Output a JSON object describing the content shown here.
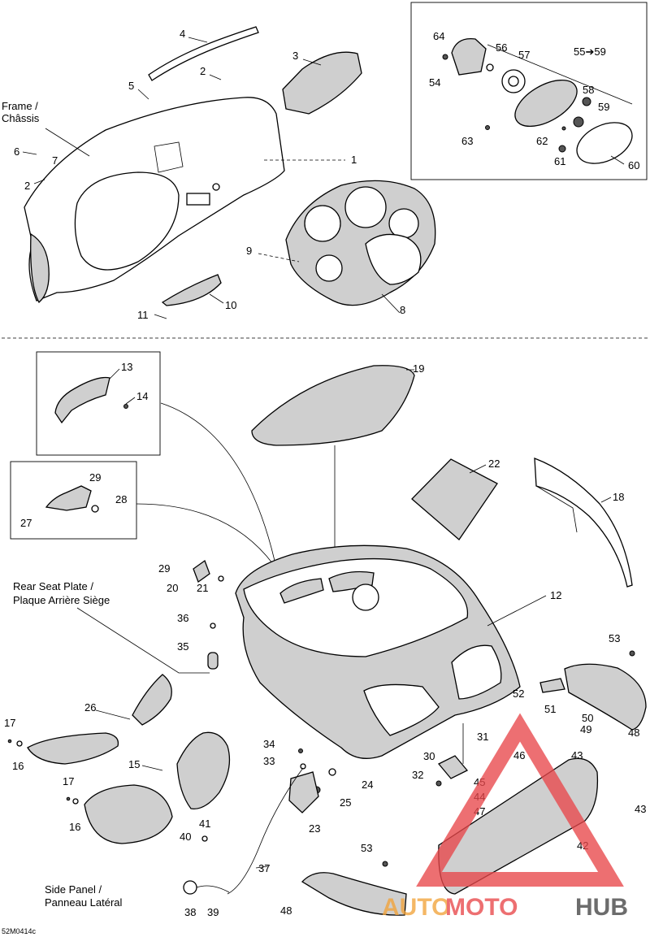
{
  "labels": {
    "frame": "Frame /",
    "chassis": "Châssis",
    "rear_seat_plate": "Rear Seat Plate /",
    "plaque_arriere": "Plaque Arrière Siège",
    "side_panel": "Side Panel /",
    "panneau_lateral": "Panneau Latéral",
    "drawing_code": "52M0414c",
    "kit_range": "55➔59"
  },
  "part_numbers": {
    "p1": "1",
    "p2a": "2",
    "p2b": "2",
    "p3": "3",
    "p4": "4",
    "p5": "5",
    "p6": "6",
    "p7": "7",
    "p8": "8",
    "p9": "9",
    "p10": "10",
    "p11": "11",
    "p12": "12",
    "p13": "13",
    "p14": "14",
    "p15": "15",
    "p16a": "16",
    "p16b": "16",
    "p17a": "17",
    "p17b": "17",
    "p18": "18",
    "p19": "19",
    "p20": "20",
    "p21": "21",
    "p22": "22",
    "p23": "23",
    "p24": "24",
    "p25": "25",
    "p26": "26",
    "p27": "27",
    "p28": "28",
    "p29a": "29",
    "p29b": "29",
    "p30": "30",
    "p31": "31",
    "p32": "32",
    "p33": "33",
    "p34": "34",
    "p35": "35",
    "p36": "36",
    "p37": "37",
    "p38": "38",
    "p39": "39",
    "p40": "40",
    "p41": "41",
    "p42": "42",
    "p43a": "43",
    "p43b": "43",
    "p44": "44",
    "p45": "45",
    "p46": "46",
    "p47": "47",
    "p48a": "48",
    "p48b": "48",
    "p49": "49",
    "p50": "50",
    "p51": "51",
    "p52": "52",
    "p53a": "53",
    "p53b": "53",
    "p54": "54",
    "p56": "56",
    "p57": "57",
    "p58": "58",
    "p59": "59",
    "p60": "60",
    "p61": "61",
    "p62": "62",
    "p63": "63",
    "p64": "64"
  },
  "watermark": {
    "part1": "AUTO",
    "part2": "MOTO",
    "part3": "HUB",
    "color_red": "#e8474a",
    "color_orange": "#f2a33a",
    "color_dark": "#444444"
  }
}
